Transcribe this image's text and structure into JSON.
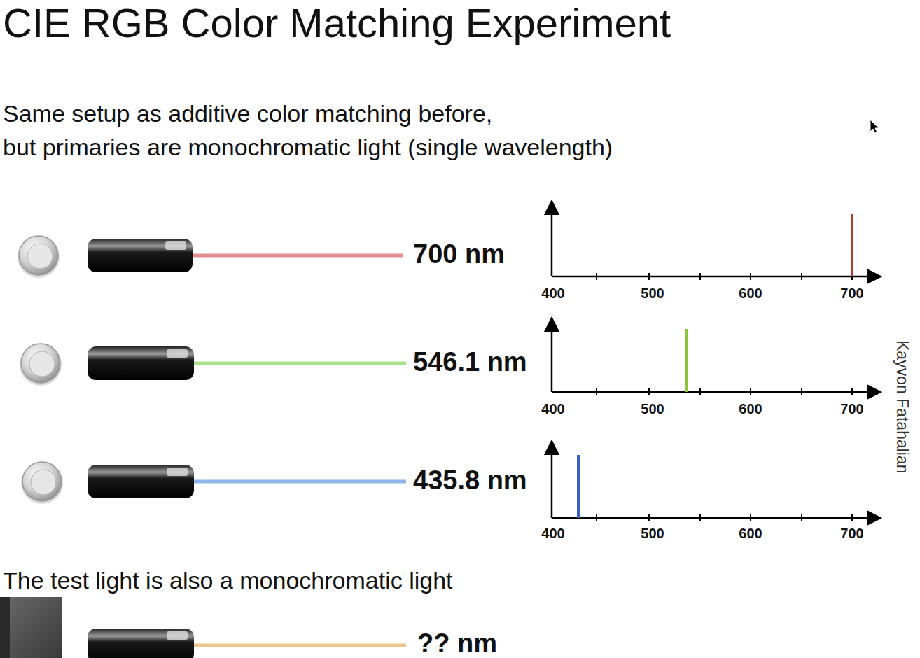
{
  "diagram": {
    "title": "CIE RGB Color Matching Experiment",
    "labels": [
      "Same setup as additive color matching before,",
      "but primaries are monochromatic light (single wavelength)",
      "700 nm",
      "400",
      "500",
      "600",
      "700",
      "546.1 nm",
      "400",
      "500",
      "600",
      "700",
      "435.8 nm",
      "400",
      "500",
      "600",
      "700",
      "Kayvon Fatahalian",
      "The test light is also a monochromatic light",
      "?? nm"
    ]
  }
}
